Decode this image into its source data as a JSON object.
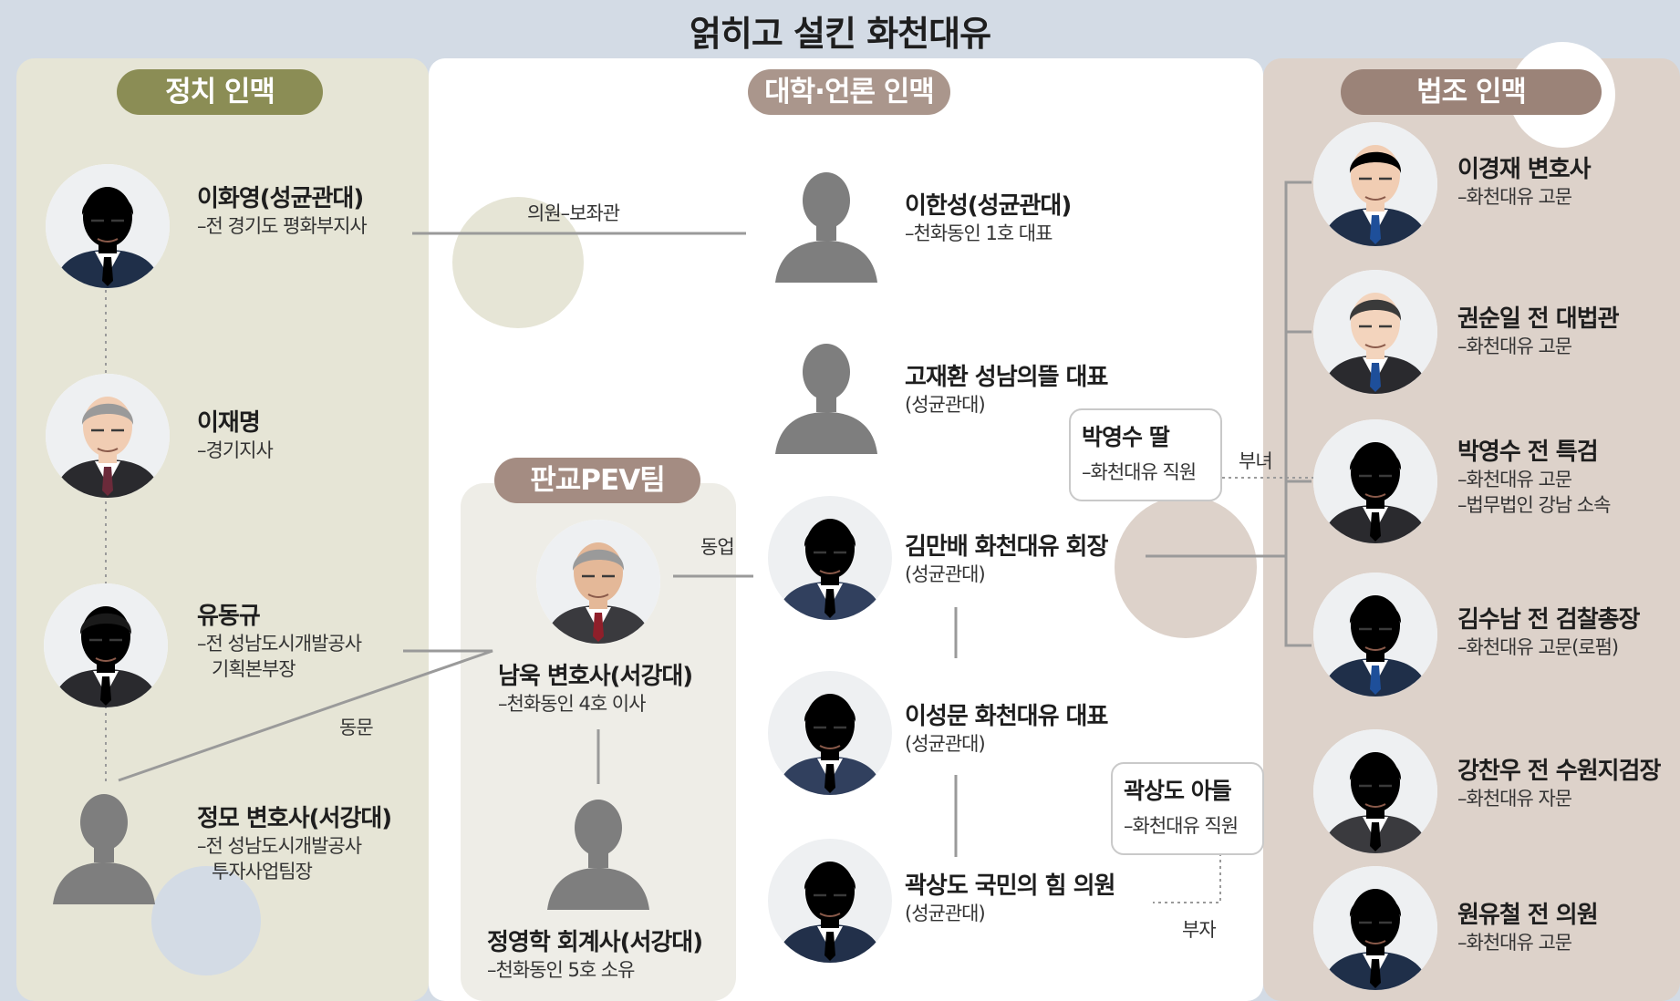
{
  "title": "얽히고 설킨 화천대유",
  "colors": {
    "page_bg": "#d3dbe5",
    "politics_panel": "#e6e5d6",
    "politics_header": "#8b8d55",
    "academia_panel": "#ffffff",
    "academia_header": "#aa968c",
    "pev_panel": "#eeede7",
    "pev_header": "#a48c82",
    "legal_panel": "#ddd2ca",
    "legal_header": "#9b8378",
    "line": "#9a9a9a"
  },
  "sections": {
    "politics": {
      "header": "정치 인맥"
    },
    "academia": {
      "header": "대학·언론 인맥"
    },
    "pev": {
      "header": "판교PEV팀"
    },
    "legal": {
      "header": "법조 인맥"
    }
  },
  "people": {
    "lee_hwayoung": {
      "name": "이화영(성균관대)",
      "sub": [
        "–전 경기도 평화부지사"
      ],
      "avatar": "photo"
    },
    "lee_jaemyung": {
      "name": "이재명",
      "sub": [
        "–경기지사"
      ],
      "avatar": "photo"
    },
    "yoo_donggyu": {
      "name": "유동규",
      "sub": [
        "–전 성남도시개발공사",
        "기획본부장"
      ],
      "avatar": "photo"
    },
    "jung_lawyer": {
      "name": "정모 변호사(서강대)",
      "sub": [
        "–전 성남도시개발공사",
        "투자사업팀장"
      ],
      "avatar": "silhouette"
    },
    "lee_hansung": {
      "name": "이한성(성균관대)",
      "sub": [
        "–천화동인 1호 대표"
      ],
      "avatar": "silhouette"
    },
    "go_jaehwan": {
      "name": "고재환 성남의뜰 대표",
      "sub": [
        "(성균관대)"
      ],
      "avatar": "silhouette"
    },
    "kim_manbae": {
      "name": "김만배 화천대유 회장",
      "sub": [
        "(성균관대)"
      ],
      "avatar": "photo"
    },
    "lee_sungmoon": {
      "name": "이성문 화천대유 대표",
      "sub": [
        "(성균관대)"
      ],
      "avatar": "photo"
    },
    "kwak_sangdo": {
      "name": "곽상도 국민의 힘 의원",
      "sub": [
        "(성균관대)"
      ],
      "avatar": "photo"
    },
    "nam_wook": {
      "name": "남욱 변호사(서강대)",
      "sub": [
        "–천화동인 4호 이사"
      ],
      "avatar": "photo"
    },
    "jung_younghak": {
      "name": "정영학 회계사(서강대)",
      "sub": [
        "–천화동인 5호 소유"
      ],
      "avatar": "silhouette"
    },
    "lee_kyungjae": {
      "name": "이경재 변호사",
      "sub": [
        "–화천대유 고문"
      ],
      "avatar": "photo"
    },
    "kwon_soonil": {
      "name": "권순일 전 대법관",
      "sub": [
        "–화천대유 고문"
      ],
      "avatar": "photo"
    },
    "park_youngsoo": {
      "name": "박영수 전 특검",
      "sub": [
        "–화천대유 고문",
        "–법무법인 강남 소속"
      ],
      "avatar": "photo"
    },
    "kim_soonam": {
      "name": "김수남 전 검찰총장",
      "sub": [
        "–화천대유 고문(로펌)"
      ],
      "avatar": "photo"
    },
    "kang_chanwoo": {
      "name": "강찬우 전 수원지검장",
      "sub": [
        "–화천대유 자문"
      ],
      "avatar": "photo"
    },
    "won_yoocheol": {
      "name": "원유철 전 의원",
      "sub": [
        "–화천대유 고문"
      ],
      "avatar": "photo"
    }
  },
  "relatives": {
    "park_daughter": {
      "name": "박영수 딸",
      "sub": "–화천대유 직원"
    },
    "kwak_son": {
      "name": "곽상도 아들",
      "sub": "–화천대유 직원"
    }
  },
  "relations": {
    "aide": "의원–보좌관",
    "partner": "동업",
    "alumni": "동문",
    "father_daughter": "부녀",
    "father_son": "부자"
  }
}
